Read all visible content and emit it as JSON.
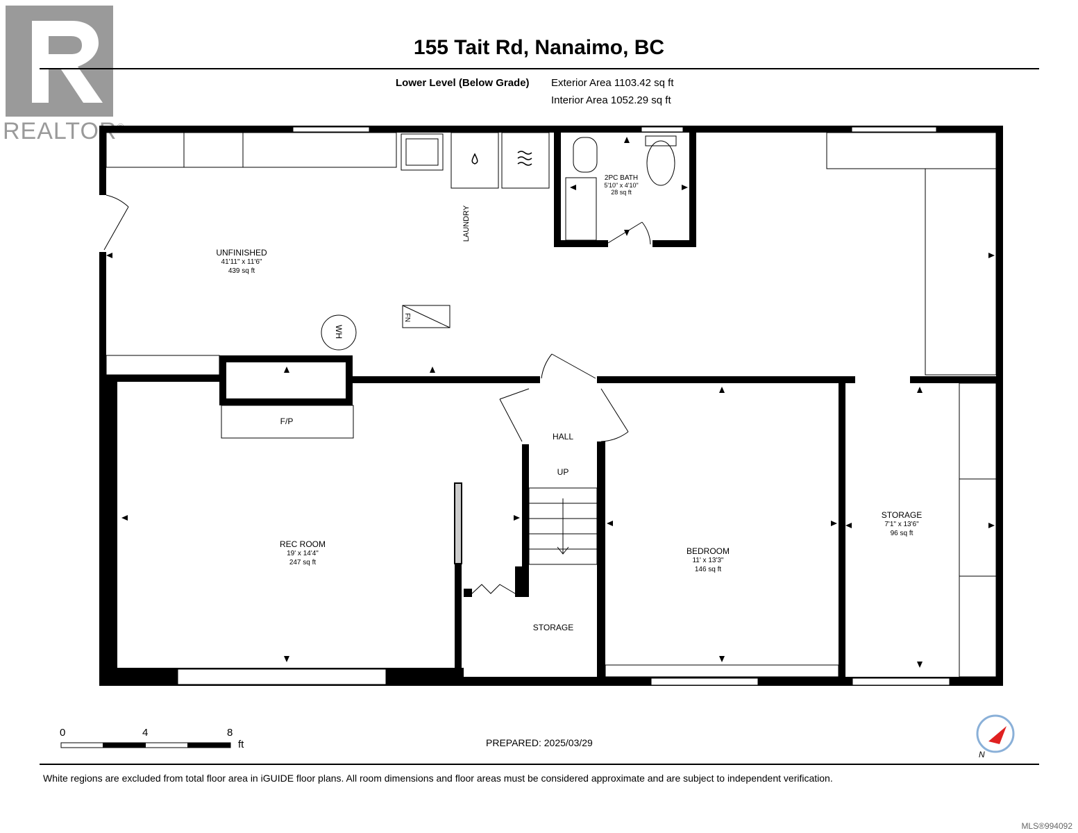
{
  "header": {
    "title": "155 Tait Rd, Nanaimo, BC",
    "level": "Lower Level (Below Grade)",
    "exterior_area": "Exterior Area 1103.42 sq ft",
    "interior_area": "Interior Area 1052.29 sq ft"
  },
  "logo": {
    "text": "REALTOR",
    "mark": "®",
    "icon": "realtor-r-logo"
  },
  "rooms": {
    "unfinished": {
      "name": "UNFINISHED",
      "dims": "41'11\" x 11'6\"",
      "area": "439 sq ft"
    },
    "bath": {
      "name": "2PC BATH",
      "dims": "5'10\" x 4'10\"",
      "area": "28 sq ft"
    },
    "rec": {
      "name": "REC ROOM",
      "dims": "19' x 14'4\"",
      "area": "247 sq ft"
    },
    "bedroom": {
      "name": "BEDROOM",
      "dims": "11' x 13'3\"",
      "area": "146 sq ft"
    },
    "storage_right": {
      "name": "STORAGE",
      "dims": "7'1\" x 13'6\"",
      "area": "96 sq ft"
    },
    "storage_small": {
      "name": "STORAGE"
    },
    "hall": {
      "name": "HALL"
    },
    "up": {
      "name": "UP"
    },
    "laundry": {
      "name": "LAUNDRY"
    },
    "fp": {
      "name": "F/P"
    },
    "fn": {
      "name": "FN"
    },
    "wh": {
      "name": "WH"
    }
  },
  "scale": {
    "ticks": [
      "0",
      "4",
      "8"
    ],
    "unit": "ft"
  },
  "prepared": "PREPARED: 2025/03/29",
  "footer_note": "White regions are excluded from total floor area in iGUIDE floor plans. All room dimensions and floor areas must be considered approximate and are subject to independent verification.",
  "compass": {
    "label": "N",
    "icon": "compass-icon",
    "color": "#e02020"
  },
  "mls": "MLS®994092"
}
